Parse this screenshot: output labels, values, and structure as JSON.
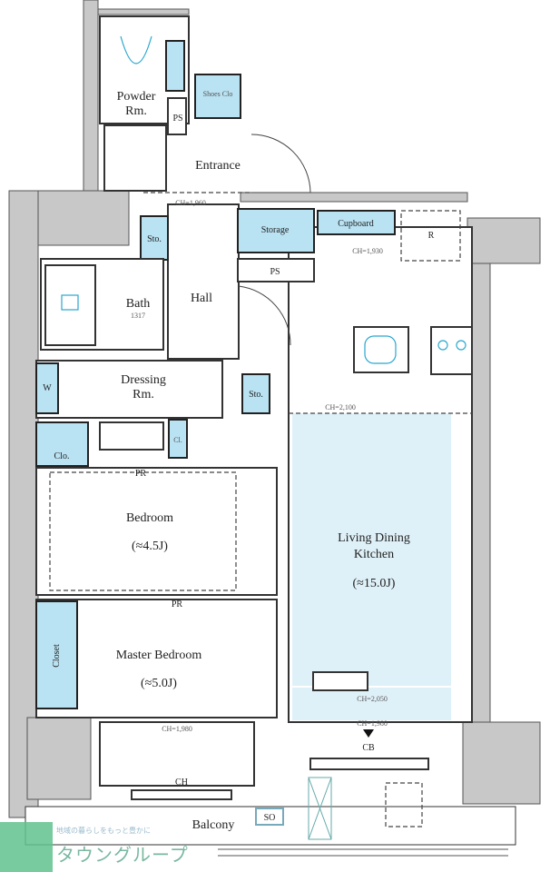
{
  "rooms": {
    "powder": "Powder",
    "powder2": "Rm.",
    "ps_top": "PS",
    "shoes": "Shoes Clo",
    "entrance": "Entrance",
    "sto_hall": "Sto.",
    "storage": "Storage",
    "cupboard": "Cupboard",
    "r": "R",
    "ps": "PS",
    "hall": "Hall",
    "bath": "Bath",
    "bath_size": "1317",
    "dressing": "Dressing",
    "dressing2": "Rm.",
    "w": "W",
    "sto_ldk": "Sto.",
    "clo": "Clo.",
    "cl": "Cl.",
    "pr": "PR",
    "pr2": "PR",
    "bedroom": "Bedroom",
    "bedroom_size": "(≈4.5J)",
    "ldk1": "Living Dining",
    "ldk2": "Kitchen",
    "ldk_size": "(≈15.0J)",
    "master": "Master Bedroom",
    "master_size": "(≈5.0J)",
    "closet": "Closet",
    "ch": "CH",
    "cb": "CB",
    "balcony": "Balcony",
    "so": "SO"
  },
  "ceiling": {
    "hall": "CH=1,960",
    "cupboard": "CH=1,930",
    "kitchen": "CH=2,100",
    "ldk": "CH=2,050",
    "ldk_bottom": "CH=1,980",
    "master": "CH=1,980"
  },
  "logo": {
    "name": "タウングループ",
    "tagline": "地域の暮らしをもっと豊かに"
  }
}
